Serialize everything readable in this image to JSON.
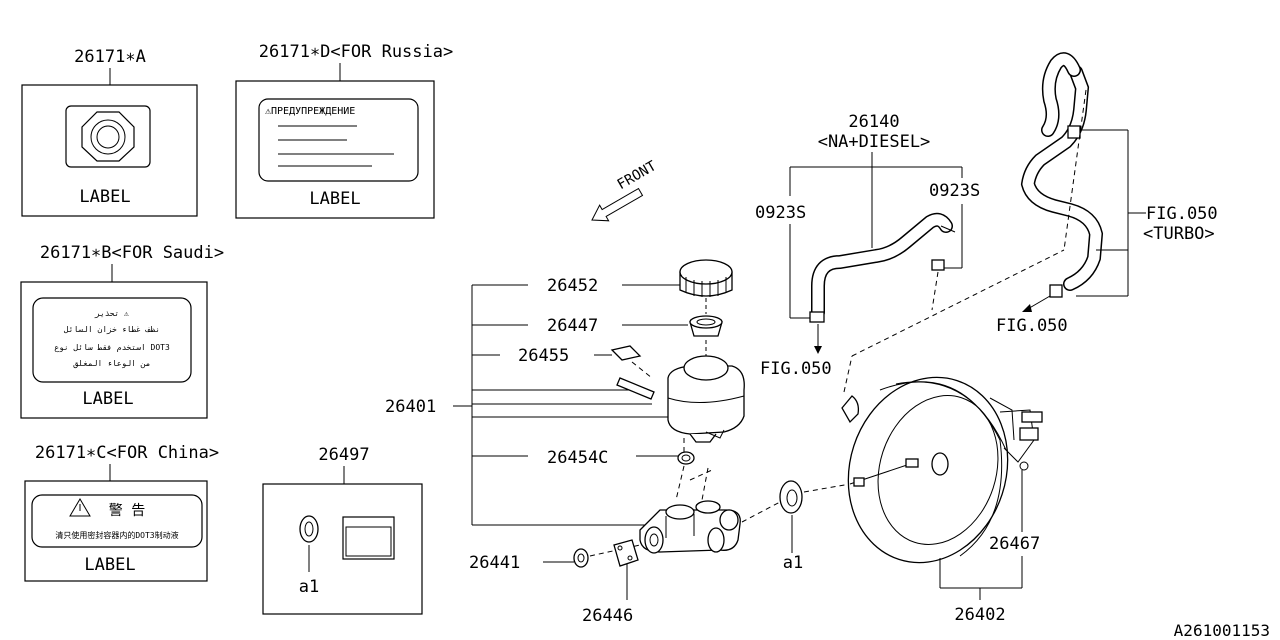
{
  "labels": {
    "a": {
      "part": "26171∗A",
      "caption": "LABEL"
    },
    "d": {
      "part": "26171∗D<FOR Russia>",
      "caption": "LABEL",
      "warning": "⚠ПРЕДУПРЕЖДЕНИЕ"
    },
    "b": {
      "part": "26171∗B<FOR Saudi>",
      "caption": "LABEL",
      "lines": [
        "تحذير   ⚠",
        "نظف غطاء خزان السائل",
        "استخدم فقط سائل نوع DOT3",
        "من الوعاء المغلق"
      ]
    },
    "c": {
      "part": "26171∗C<FOR China>",
      "caption": "LABEL",
      "warning": "警  告",
      "small": "清只使用密封容器内的DOT3制动液"
    }
  },
  "kit": {
    "part": "26497",
    "item": "a1"
  },
  "front": "FRONT",
  "parts": {
    "p26452": "26452",
    "p26447": "26447",
    "p26455": "26455",
    "p26401": "26401",
    "p26454c": "26454C",
    "p26441": "26441",
    "p26446": "26446",
    "a1": "a1",
    "p26402": "26402",
    "p26467": "26467",
    "p26140": "26140",
    "na_diesel": "<NA+DIESEL>",
    "clip_left": "0923S",
    "clip_right": "0923S",
    "fig050_a": "FIG.050",
    "fig050_turbo": "FIG.050",
    "turbo": "<TURBO>",
    "fig050_b": "FIG.050"
  },
  "diagram_id": "A261001153"
}
